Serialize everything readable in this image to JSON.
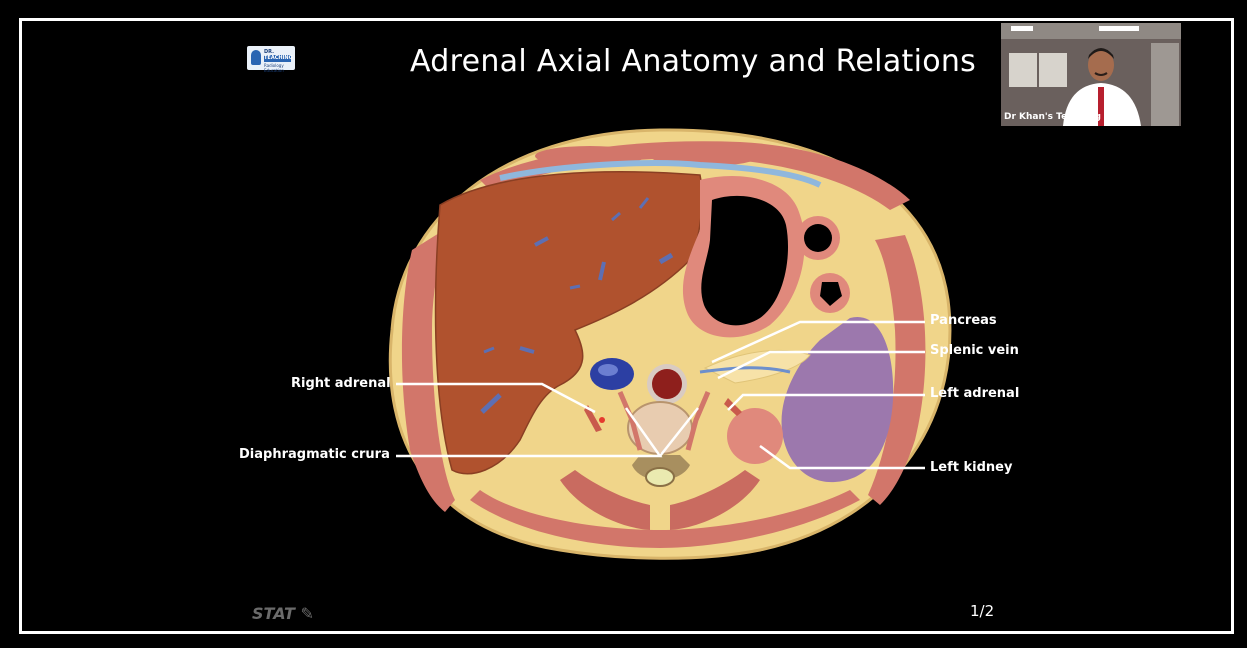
{
  "slide": {
    "title": "Adrenal Axial Anatomy and Relations",
    "logo": {
      "line1": "DR. KHAN'S",
      "line2": "TEACHING",
      "line3": "Radiology Education"
    },
    "webcam_label": "Dr Khan's Teaching",
    "footer_brand": "STAT",
    "page_indicator": "1/2"
  },
  "labels": {
    "pancreas": "Pancreas",
    "splenic_vein": "Splenic vein",
    "left_adrenal": "Left adrenal",
    "left_kidney": "Left kidney",
    "right_adrenal": "Right adrenal",
    "diaphragmatic_crura": "Diaphragmatic crura"
  },
  "colors": {
    "background": "#000000",
    "frame": "#ffffff",
    "fat": "#f1d98a",
    "liver": "#b0522e",
    "muscle": "#d47b6e",
    "spleen": "#9c78ad",
    "ivc": "#2c3fa3",
    "aorta": "#8e1f1c",
    "leader_line": "#ffffff"
  }
}
